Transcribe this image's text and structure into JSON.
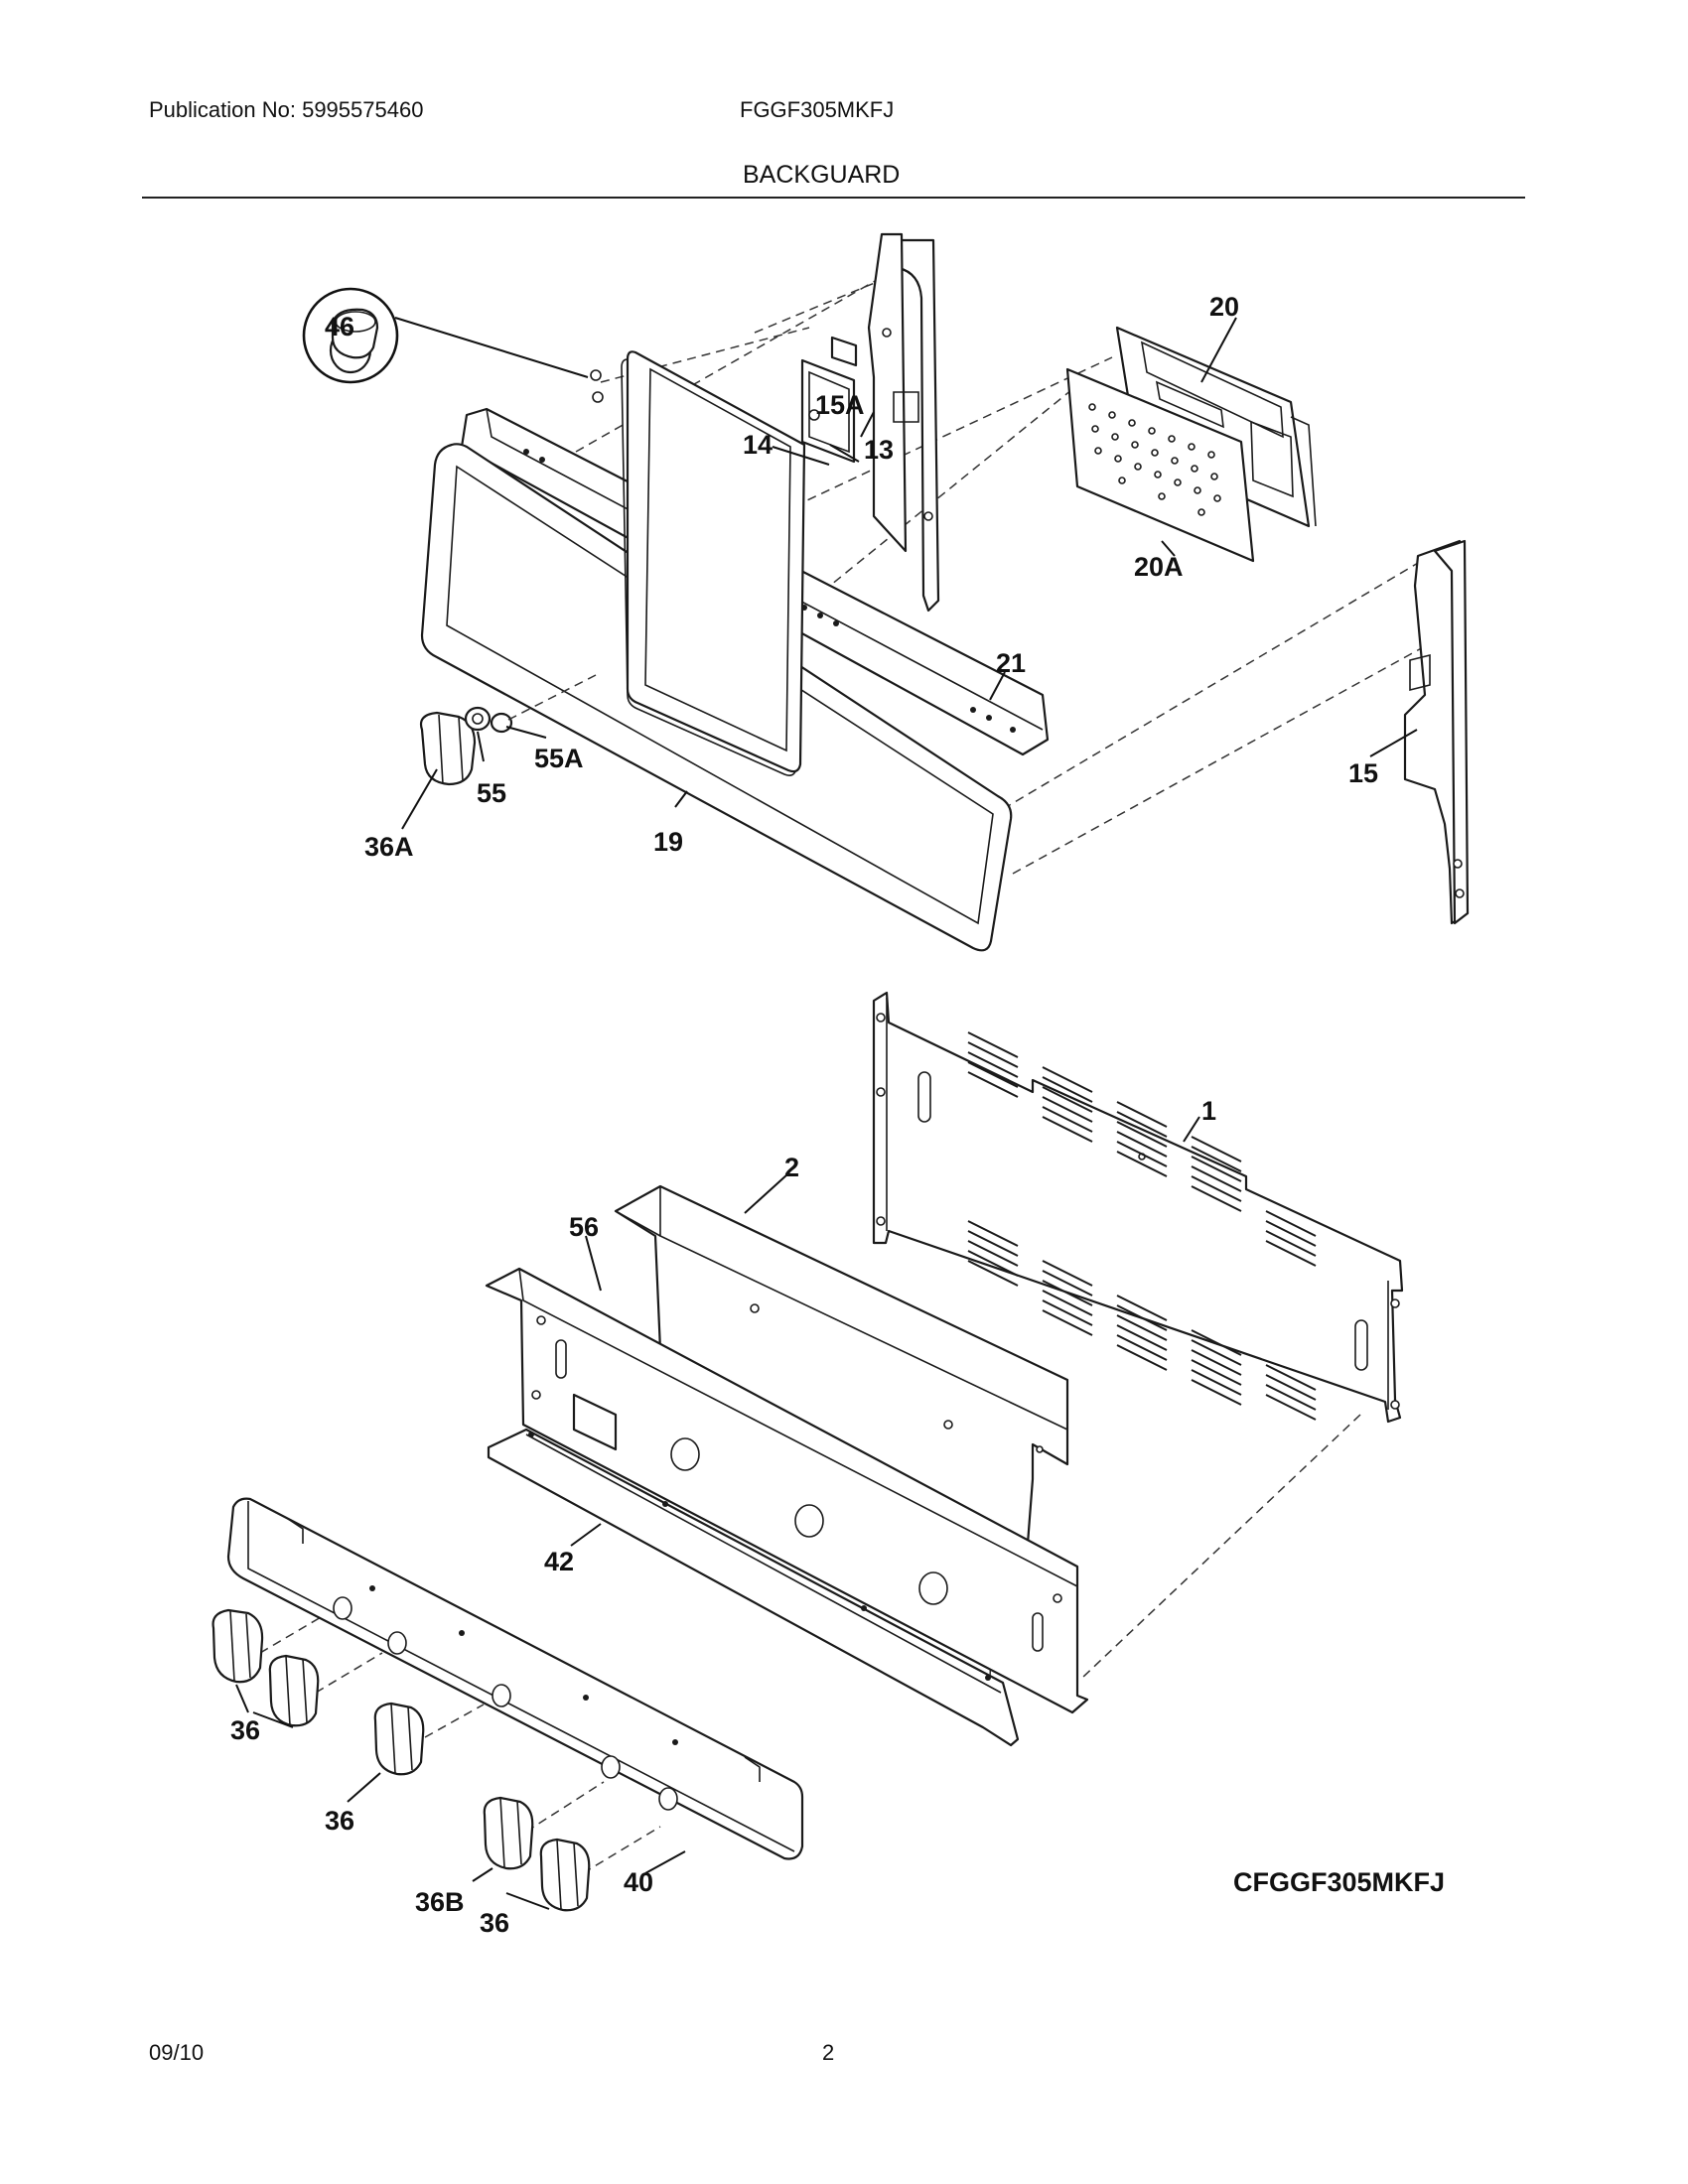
{
  "header": {
    "publication": "Publication No: 5995575460",
    "model": "FGGF305MKFJ",
    "section": "BACKGUARD"
  },
  "footer": {
    "date": "09/10",
    "page": "2"
  },
  "diagram": {
    "code": "CFGGF305MKFJ",
    "callouts": {
      "p1": "1",
      "p2": "2",
      "p13": "13",
      "p14": "14",
      "p15": "15",
      "p15A": "15A",
      "p19": "19",
      "p20": "20",
      "p20A": "20A",
      "p21": "21",
      "p36a": "36",
      "p36b": "36",
      "p36c": "36",
      "p36A": "36A",
      "p36B": "36B",
      "p40": "40",
      "p42": "42",
      "p46": "46",
      "p55": "55",
      "p55A": "55A",
      "p56": "56"
    }
  }
}
